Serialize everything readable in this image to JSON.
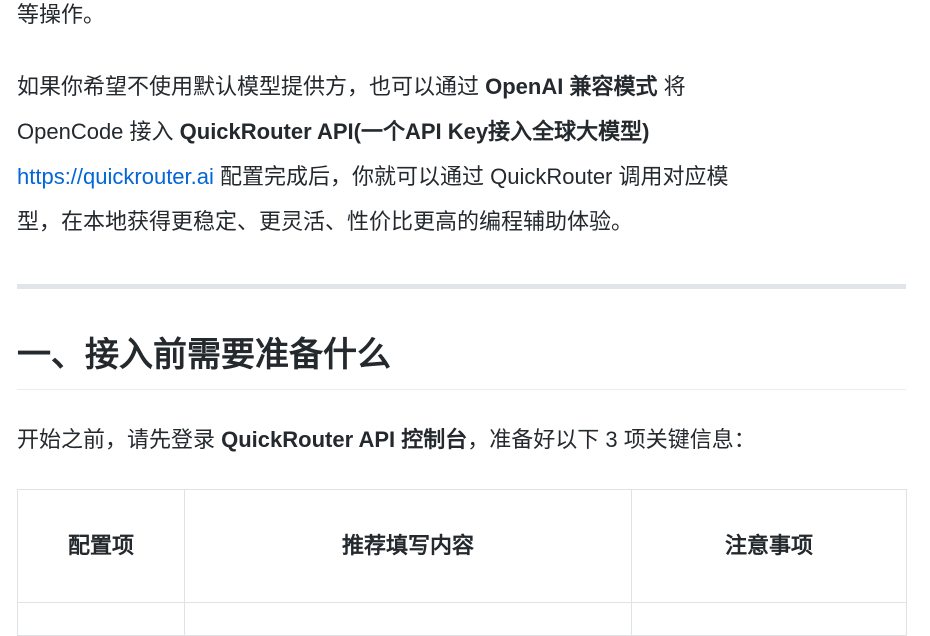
{
  "intro_tail": "等操作。",
  "para1": {
    "l1a": "如果你希望不使用默认模型提供方，也可以通过 ",
    "l1b": "OpenAI 兼容模式",
    "l1c": " 将",
    "l2a": "OpenCode 接入 ",
    "l2b": "QuickRouter API(一个API Key接入全球大模型)",
    "l3link": "https://quickrouter.ai",
    "l3b": " 配置完成后，你就可以通过 QuickRouter 调用对应模",
    "l4": "型，在本地获得更稳定、更灵活、性价比更高的编程辅助体验。"
  },
  "heading": "一、接入前需要准备什么",
  "para2": {
    "a": "开始之前，请先登录 ",
    "b": "QuickRouter API 控制台",
    "c": "，准备好以下 3 项关键信息："
  },
  "table": {
    "headers": [
      "配置项",
      "推荐填写内容",
      "注意事项"
    ]
  }
}
